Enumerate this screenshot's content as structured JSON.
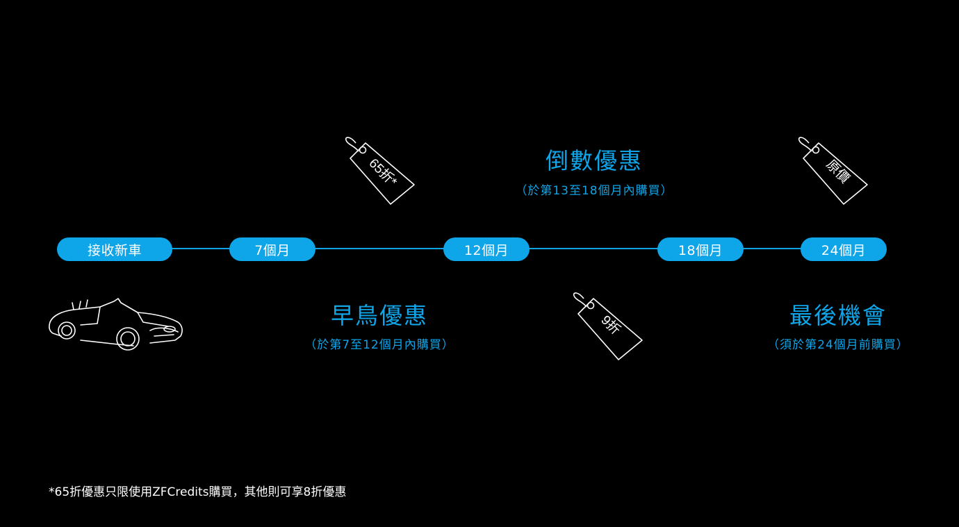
{
  "colors": {
    "accent": "#0ea5e9",
    "background": "#000000",
    "text": "#ffffff"
  },
  "milestones": [
    {
      "label": "接收新車"
    },
    {
      "label": "7個月"
    },
    {
      "label": "12個月"
    },
    {
      "label": "18個月"
    },
    {
      "label": "24個月"
    }
  ],
  "phases": {
    "early": {
      "title": "早鳥優惠",
      "note": "（於第7至12個月內購買）"
    },
    "countdown": {
      "title": "倒數優惠",
      "note": "（於第13至18個月內購買）"
    },
    "last": {
      "title": "最後機會",
      "note": "（須於第24個月前購買）"
    }
  },
  "tags": {
    "early": "65折*",
    "countdown": "9折",
    "last": "原價"
  },
  "footnote": "*65折優惠只限使用ZFCredits購買，其他則可享8折優惠",
  "icons": {
    "vehicle": "convertible-car-icon",
    "price_tag": "price-tag-icon"
  }
}
